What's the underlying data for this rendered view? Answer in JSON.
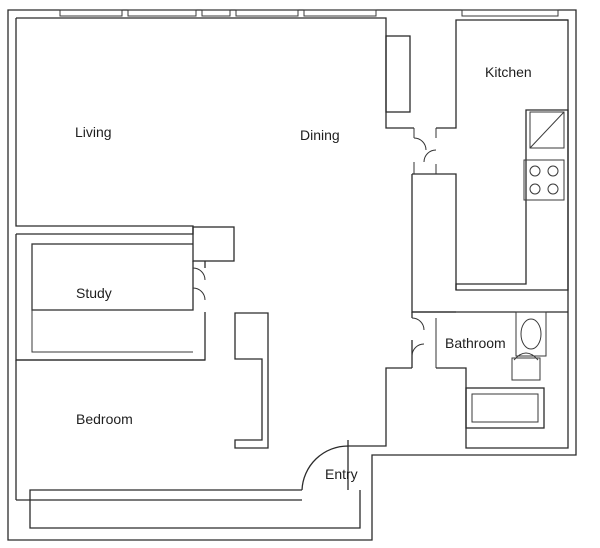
{
  "rooms": {
    "living": "Living",
    "dining": "Dining",
    "kitchen": "Kitchen",
    "study": "Study",
    "bathroom": "Bathroom",
    "bedroom": "Bedroom",
    "entry": "Entry"
  },
  "colors": {
    "line": "#2b2b2b",
    "paper": "#ffffff"
  }
}
